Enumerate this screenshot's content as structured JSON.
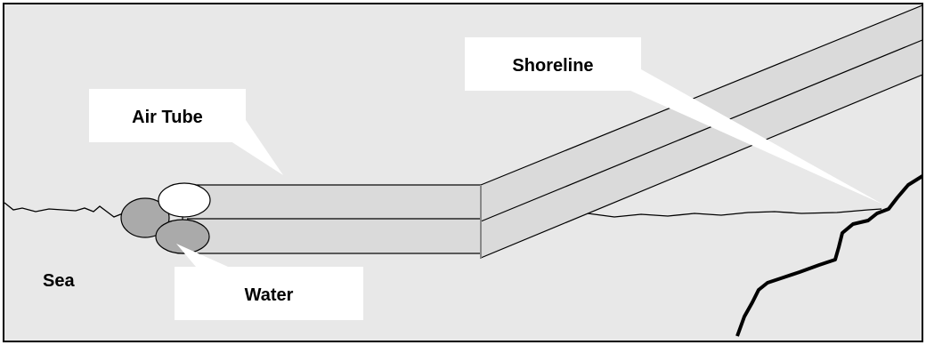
{
  "labels": {
    "shoreline": "Shoreline",
    "air_tube": "Air Tube",
    "water": "Water",
    "sea": "Sea"
  },
  "colors": {
    "background": "#e8e8e8",
    "frame": "#000000",
    "tube_fill": "#dadada",
    "air_pipe_end": "#ffffff",
    "water_pipe_end": "#aaaaaa",
    "callout": "#ffffff"
  }
}
